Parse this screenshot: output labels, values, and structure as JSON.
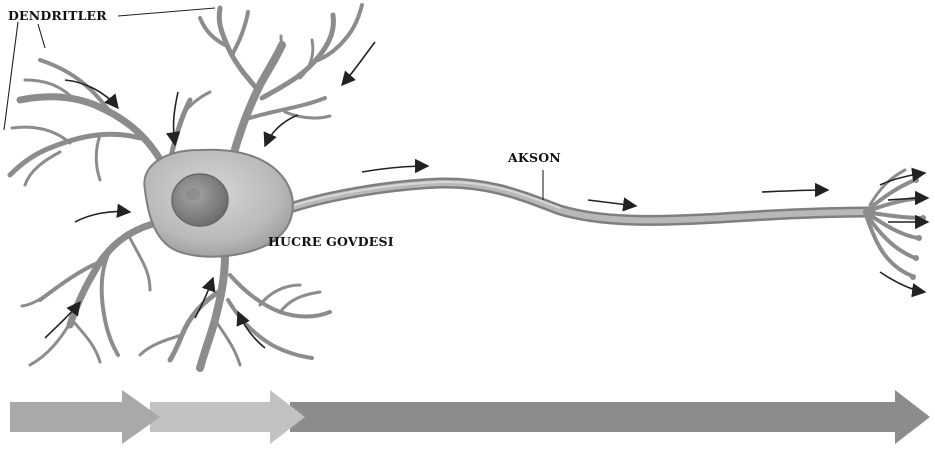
{
  "labels": {
    "dendrites": "DENDRITLER",
    "axon": "AKSON",
    "cell_body": "HUCRE GOVDESI"
  },
  "colors": {
    "neuron_fill": "#bdbdbd",
    "neuron_stroke": "#7f7f7f",
    "nucleus": "#8e8e8e",
    "arrow_dark": "#222222",
    "band_1": "#a9a9a9",
    "band_2": "#c2c2c2",
    "band_3": "#8c8c8c"
  }
}
